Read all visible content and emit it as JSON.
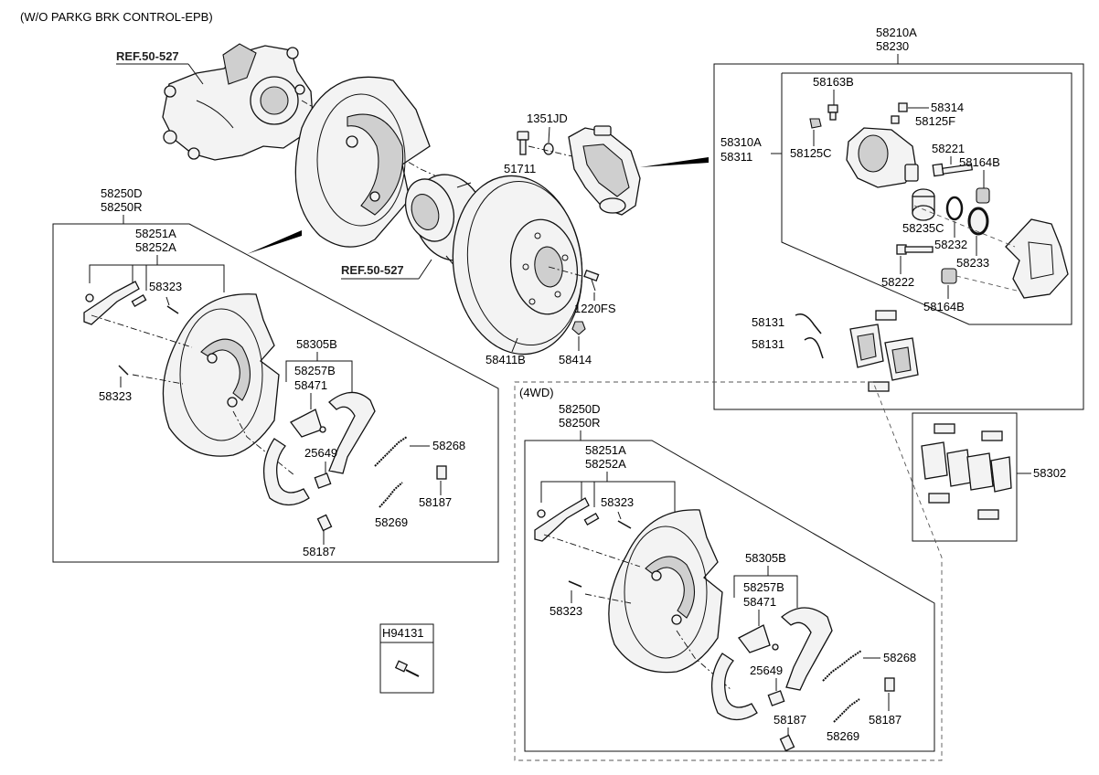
{
  "header": {
    "title": "(W/O PARKG BRK CONTROL-EPB)"
  },
  "refs": {
    "ref_top": "REF.50-527",
    "ref_mid": "REF.50-527"
  },
  "caliper_group": {
    "title_a": "58210A",
    "title_b": "58230",
    "sub_a": "58310A",
    "sub_b": "58311",
    "p58163B": "58163B",
    "p58314": "58314",
    "p58125F": "58125F",
    "p58125C": "58125C",
    "p58221": "58221",
    "p58164B_top": "58164B",
    "p58235C": "58235C",
    "p58232": "58232",
    "p58233": "58233",
    "p58222": "58222",
    "p58164B_bot": "58164B",
    "p58131_a": "58131",
    "p58131_b": "58131"
  },
  "pads_kit": {
    "label": "58302"
  },
  "center": {
    "p1351JD": "1351JD",
    "p51711": "51711",
    "p1220FS": "1220FS",
    "p58411B": "58411B",
    "p58414": "58414"
  },
  "left_group": {
    "title_a": "58250D",
    "title_b": "58250R",
    "sub_a": "58251A",
    "sub_b": "58252A",
    "p58323_a": "58323",
    "p58323_b": "58323",
    "p58305B": "58305B",
    "p58257B": "58257B",
    "p58471": "58471",
    "p25649": "25649",
    "p58268": "58268",
    "p58187_a": "58187",
    "p58187_b": "58187",
    "p58269": "58269"
  },
  "fourwd_group": {
    "tag": "(4WD)",
    "title_a": "58250D",
    "title_b": "58250R",
    "sub_a": "58251A",
    "sub_b": "58252A",
    "p58323_a": "58323",
    "p58323_b": "58323",
    "p58305B": "58305B",
    "p58257B": "58257B",
    "p58471": "58471",
    "p25649": "25649",
    "p58268": "58268",
    "p58187_a": "58187",
    "p58187_b": "58187",
    "p58269": "58269"
  },
  "bolt_box": {
    "label": "H94131"
  }
}
